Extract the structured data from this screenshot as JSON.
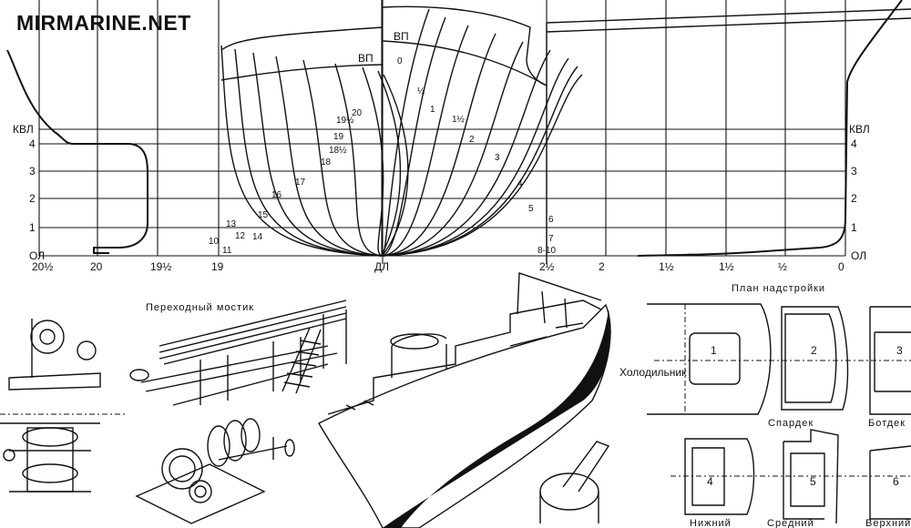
{
  "watermark": "MIRMARINE.NET",
  "body_plan": {
    "waterlines": [
      "КВЛ",
      "4",
      "3",
      "2",
      "1",
      "ОЛ"
    ],
    "stations_axis": [
      "20½",
      "20",
      "19½",
      "19",
      "ДЛ",
      "2½",
      "2",
      "1½",
      "1½",
      "½",
      "0"
    ],
    "deck_labels": [
      "ВП",
      "ВП"
    ],
    "aft_sections": [
      "20",
      "19½",
      "19",
      "18½",
      "18",
      "17",
      "16",
      "15",
      "14",
      "13",
      "12",
      "11",
      "10"
    ],
    "fwd_sections": [
      "0",
      "½",
      "1",
      "1½",
      "2",
      "3",
      "4",
      "5",
      "6",
      "7",
      "8-10"
    ]
  },
  "captions": {
    "gangway": "Переходный мостик",
    "superstructure_plan": "План надстройки",
    "refrigerator": "Холодильник",
    "decks": [
      {
        "num": "1",
        "name": ""
      },
      {
        "num": "2",
        "name": "Спардек"
      },
      {
        "num": "3",
        "name": "Ботдек"
      },
      {
        "num": "4",
        "name": "Нижний"
      },
      {
        "num": "5",
        "name": "Средний"
      },
      {
        "num": "6",
        "name": "Верхний"
      }
    ]
  }
}
